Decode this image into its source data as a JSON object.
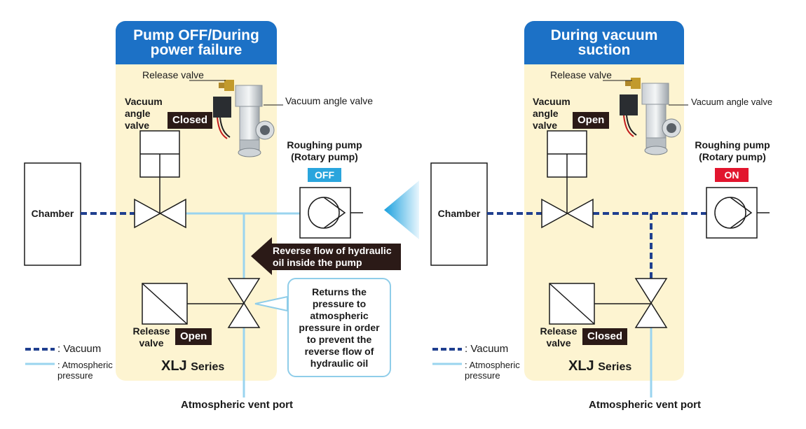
{
  "colors": {
    "panel_bg": "#fdf4d1",
    "header_bg": "#1c71c6",
    "vacuum_line": "#1f3f8f",
    "atmospheric_line": "#9ad4ef",
    "off_badge": "#2aa5dd",
    "on_badge": "#e2152e",
    "state_badge": "#2b1a17"
  },
  "left": {
    "header": "Pump OFF/During power failure",
    "release_valve_label": "Release valve",
    "vacuum_angle_valve_label": "Vacuum angle valve",
    "valve_symbol_label": "Vacuum angle valve",
    "valve_state": "Closed",
    "pump_label": "Roughing pump (Rotary pump)",
    "pump_state": "OFF",
    "chamber": "Chamber",
    "reverse_flow": "Reverse flow of hydraulic oil inside the pump",
    "release_symbol_label": "Release valve",
    "release_state": "Open",
    "note": "Returns the pressure to atmospheric pressure in order to prevent the reverse flow of hydraulic oil",
    "series_name": "XLJ",
    "series_suffix": "Series",
    "vent_port": "Atmospheric vent port",
    "legend_vacuum": ": Vacuum",
    "legend_atmos": ": Atmospheric pressure"
  },
  "right": {
    "header": "During vacuum suction",
    "release_valve_label": "Release valve",
    "vacuum_angle_valve_label": "Vacuum angle valve",
    "valve_symbol_label": "Vacuum angle valve",
    "valve_state": "Open",
    "pump_label": "Roughing pump (Rotary pump)",
    "pump_state": "ON",
    "chamber": "Chamber",
    "release_symbol_label": "Release valve",
    "release_state": "Closed",
    "series_name": "XLJ",
    "series_suffix": "Series",
    "vent_port": "Atmospheric vent port",
    "legend_vacuum": ": Vacuum",
    "legend_atmos": ": Atmospheric pressure"
  }
}
